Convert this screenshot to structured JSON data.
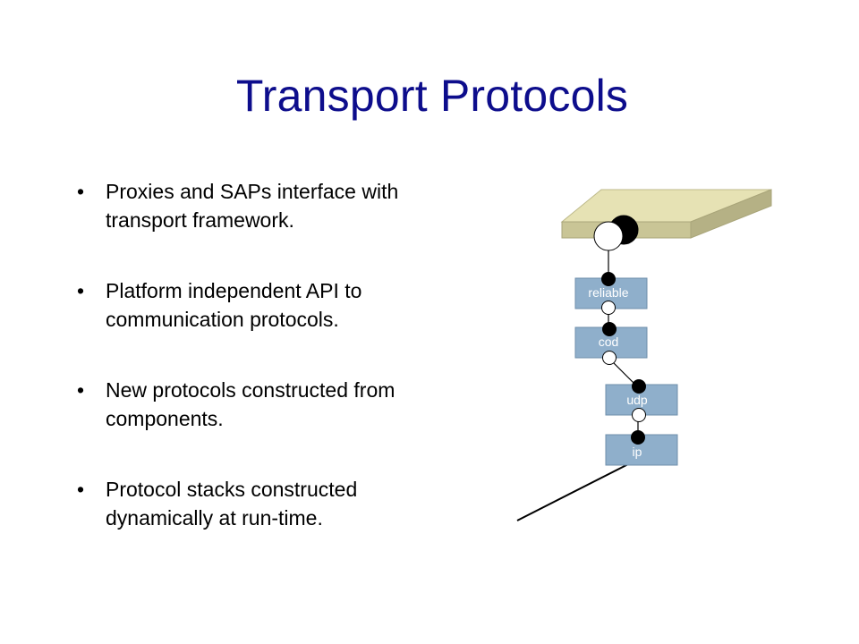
{
  "title": "Transport Protocols",
  "bullet_glyph": "•",
  "bullets": [
    "Proxies and SAPs interface with transport framework.",
    "Platform independent API to communication protocols.",
    "New protocols constructed from components.",
    "Protocol stacks constructed dynamically at run-time."
  ],
  "stack": {
    "layers": [
      "reliable",
      "cod",
      "udp",
      "ip"
    ]
  },
  "colors": {
    "title": "#0d0d8c",
    "platform_top": "#e6e2b4",
    "platform_front": "#c9c596",
    "layer_box": "#8fafcb",
    "layer_box_dark": "#6f8fab"
  }
}
